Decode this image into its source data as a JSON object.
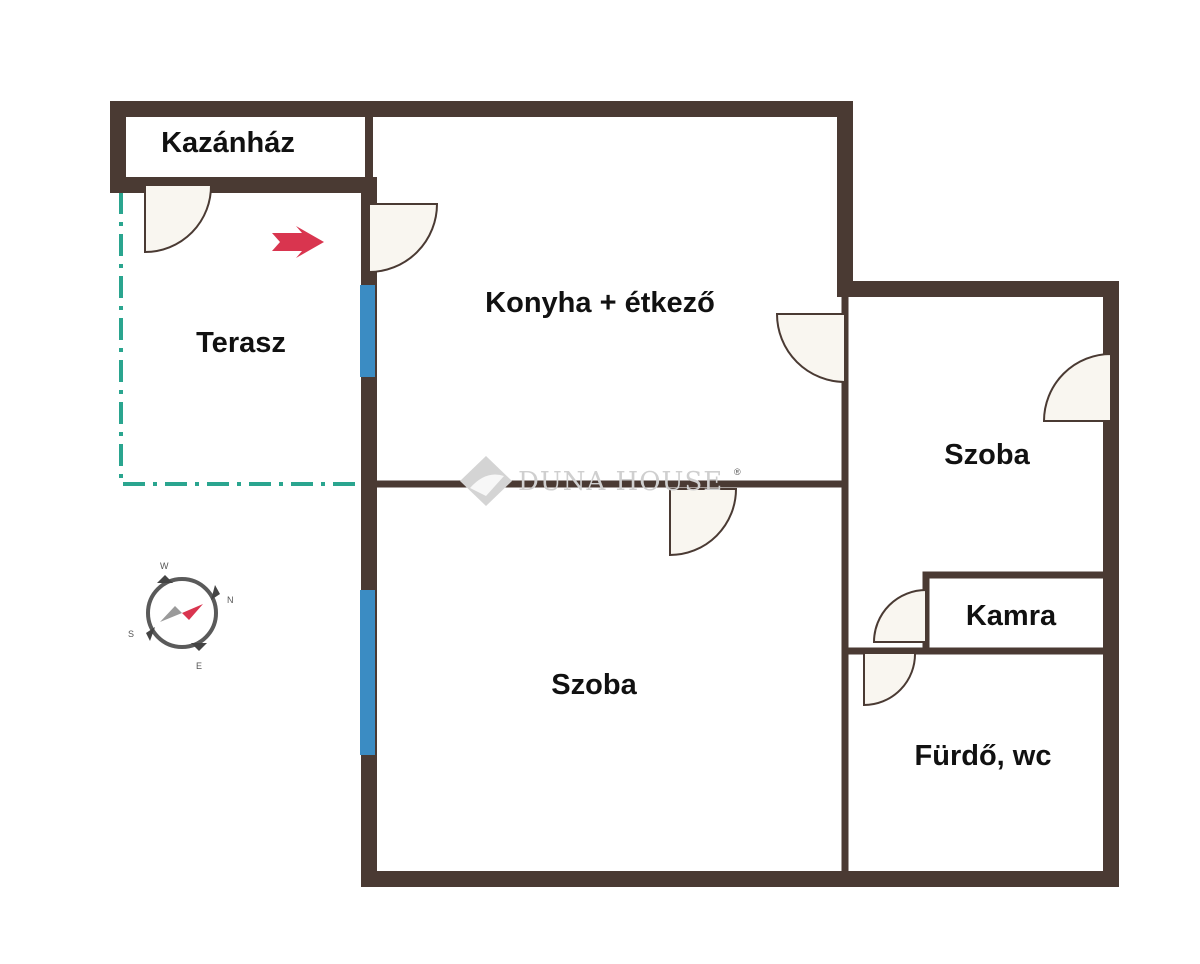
{
  "rooms": {
    "kazanhaz": "Kazánház",
    "terasz": "Terasz",
    "konyha": "Konyha + étkező",
    "szoba_right": "Szoba",
    "szoba_main": "Szoba",
    "kamra": "Kamra",
    "furdo": "Fürdő, wc"
  },
  "watermark": {
    "brand": "DUNA HOUSE",
    "mark": "®"
  },
  "compass": {
    "north": "N",
    "east": "E",
    "south": "S",
    "west": "W"
  },
  "colors": {
    "wall": "#4a3a33",
    "door_fill": "#f9f6f0",
    "window": "#3b8cc3",
    "terrace_outline": "#2aa58f",
    "entry_arrow": "#d9354f",
    "watermark": "#cfcfcf"
  },
  "icons": {
    "entry": "entrance-arrow-icon",
    "compass": "compass-icon",
    "logo": "duna-house-logo-icon"
  }
}
